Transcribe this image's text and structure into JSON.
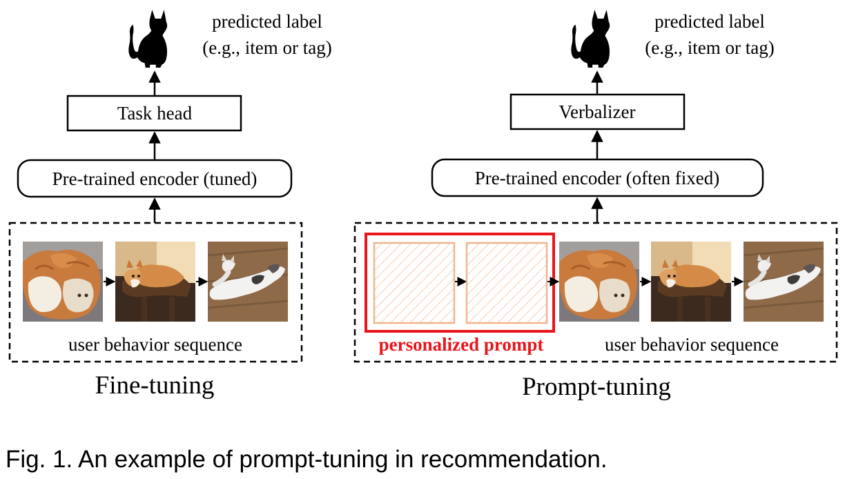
{
  "left_panel": {
    "label_line1": "predicted label",
    "label_line2": "(e.g., item or tag)",
    "head_box": "Task head",
    "encoder_box": "Pre-trained encoder (tuned)",
    "sequence_label": "user behavior sequence",
    "caption": "Fine-tuning"
  },
  "right_panel": {
    "label_line1": "predicted label",
    "label_line2": "(e.g., item or tag)",
    "head_box": "Verbalizer",
    "encoder_box": "Pre-trained encoder (often fixed)",
    "prompt_label": "personalized prompt",
    "sequence_label": "user behavior sequence",
    "caption": "Prompt-tuning"
  },
  "figure_caption": "Fig. 1. An example of prompt-tuning in recommendation.",
  "icons": {
    "label_icon": "cat-silhouette-icon",
    "photo_1": "curled-cat-photo",
    "photo_2": "cat-on-stool-photo",
    "photo_3": "lying-cat-photo"
  },
  "colors": {
    "prompt_accent": "#e8151b",
    "prompt_hatch": "#f2b48c"
  }
}
